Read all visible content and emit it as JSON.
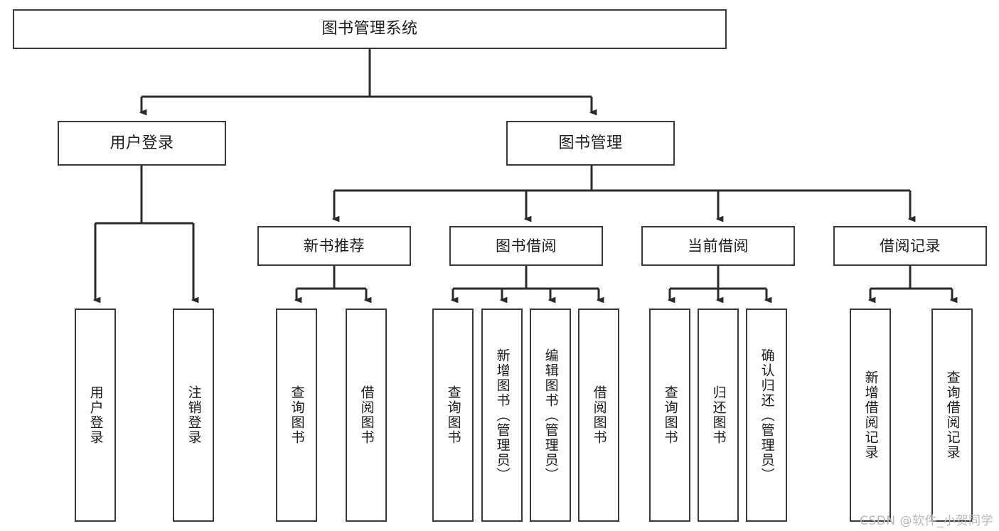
{
  "diagram": {
    "title": "图书管理系统",
    "type": "hierarchy-tree",
    "watermark": "CSDN @软件_小贺同学",
    "colors": {
      "background": "#ffffff",
      "node_border": "#3a3a3a",
      "node_fill": "#ffffff",
      "edge": "#2b2b2b",
      "text": "#1c1c1c",
      "watermark": "#b9b9b9"
    },
    "nodes": {
      "root": {
        "label": "图书管理系统"
      },
      "level2": [
        {
          "label": "用户登录"
        },
        {
          "label": "图书管理"
        }
      ],
      "level3": [
        {
          "label": "新书推荐"
        },
        {
          "label": "图书借阅"
        },
        {
          "label": "当前借阅"
        },
        {
          "label": "借阅记录"
        }
      ],
      "leaves": {
        "user_login": [
          {
            "label": "用户登录"
          },
          {
            "label": "注销登录"
          }
        ],
        "new_book": [
          {
            "label": "查询图书"
          },
          {
            "label": "借阅图书"
          }
        ],
        "book_borrow": [
          {
            "label": "查询图书"
          },
          {
            "label": "新增图书（管理员）"
          },
          {
            "label": "编辑图书（管理员）"
          },
          {
            "label": "借阅图书"
          }
        ],
        "current_borrow": [
          {
            "label": "查询图书"
          },
          {
            "label": "归还图书"
          },
          {
            "label": "确认归还（管理员）"
          }
        ],
        "borrow_record": [
          {
            "label": "新增借阅记录"
          },
          {
            "label": "查询借阅记录"
          }
        ]
      }
    }
  }
}
